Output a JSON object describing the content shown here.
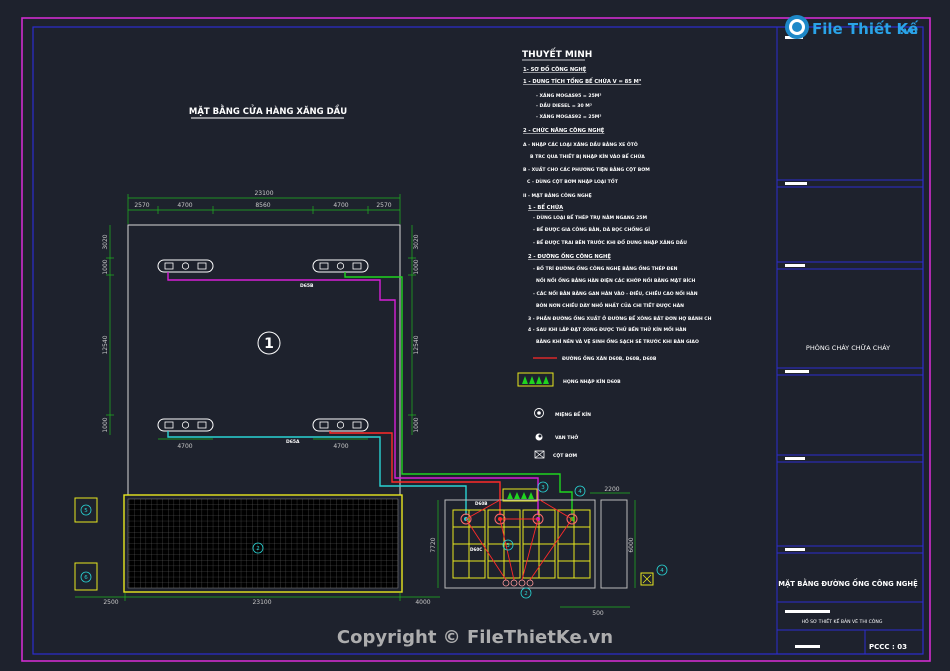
{
  "plan_title": "MẶT BẰNG CỬA HÀNG XĂNG DẦU",
  "dimensions": {
    "top_total": "23100",
    "top_parts": [
      "2570",
      "4700",
      "8560",
      "4700",
      "2570"
    ],
    "bottom_parts": [
      "2500",
      "23100",
      "4000"
    ],
    "left_parts": [
      "3020",
      "1000",
      "12540",
      "1000"
    ],
    "right_parts": [
      "3020",
      "1000",
      "12540",
      "1000"
    ],
    "inner_lower": "4700",
    "tank_right_top": "2200",
    "tank_right_side": "6000",
    "tank_left_side": "7720",
    "tank_bottom": "500"
  },
  "markers": {
    "zone_1": "1",
    "zone_2": "2",
    "zone_3": "3",
    "zone_4": "4",
    "zone_5": "5",
    "zone_6": "6"
  },
  "pipe_labels": {
    "upper": "D65B",
    "lower": "D65A",
    "tank_a": "D60B",
    "tank_b": "D60C"
  },
  "notes": {
    "heading": "THUYẾT MINH",
    "lines": [
      "1- SƠ ĐỒ CÔNG NGHỆ",
      "1 - DUNG TÍCH TỔNG BỂ CHỨA V = 85 M³",
      "- XĂNG MOGAS95 = 25M³",
      "- DẦU DIESEL = 30 M³",
      "- XĂNG MOGAS92 = 25M³",
      "2 - CHỨC NĂNG CÔNG NGHỆ",
      "A - NHẬP CÁC LOẠI XĂNG DẦU BẰNG XE ÔTÔ",
      "B TRC QUA THIẾT BỊ NHẬP KÍN VÀO BỂ CHỨA",
      "B - XUẤT CHO CÁC PHƯƠNG TIỆN BẰNG CỘT BƠM",
      "C - DÙNG CỘT BƠM NHẬP LOẠI TỐT",
      "II - MẶT BẰNG CÔNG NGHỆ",
      "1 - BỂ CHỨA",
      "- DÙNG LOẠI BỂ THÉP TRỤ NẰM NGANG 25M",
      "- BỂ ĐƯỢC GIA CÔNG BẰN, DÀ BỌC CHỐNG GỈ",
      "- BỂ ĐƯỢC TRAI BÊN TRƯỚC KHI ĐỔ DUNG NHẬP XĂNG DẦU",
      "2 - ĐƯỜNG ỐNG CÔNG NGHỆ",
      "- BỐ TRÍ ĐƯỜNG ỐNG CÔNG NGHỆ BẰNG ỐNG THÉP ĐEN",
      "NỐI NỐI ỐNG BẰNG HÀN ĐIỆN CÁC KHỚP NỐI BẰNG MẶT BÍCH",
      "- CÁC NỐI BẰN BẰNG GAN HÀN VÀO - ĐIỀU, CHIỀU CAO NỐI HÀN",
      "BÓN NƠN CHIỀU DÀY NHỎ NHẤT CỦA CHI TIẾT ĐƯỢC HÀN",
      "3 - PHẦN ĐƯỜNG ỐNG XUẤT Ở ĐƯỜNG BỂ XÔNG BẮT ĐƠN HỢ BÁNH CH",
      "4 - SAU KHI LẮP ĐẶT XONG ĐƯỢC THỬ BỀN THỬ KÍN MỐI HÀN",
      "BẰNG KHÍ NÉN VÀ VỆ SINH ỐNG SẠCH SẼ TRƯỚC KHI BÀN GIAO"
    ],
    "legend_pipe": "ĐƯỜNG ỐNG XĂN D60B, D60B, D60B",
    "legend_receiver": "HỌNG NHẬP KÍN D60B",
    "legend_vent": "MIỆNG BỂ KÍN",
    "legend_valve": "VAN THỞ",
    "legend_pump": "CỘT BƠM"
  },
  "title_block": {
    "fire": "PHÒNG CHÁY CHỮA CHÁY",
    "drawing": "MẶT BẰNG ĐƯỜNG ỐNG CÔNG NGHỆ",
    "subtitle": "HỒ SƠ THIẾT KẾ BẢN VẼ THI CÔNG",
    "sheet": "PCCC : 03"
  },
  "watermark": {
    "logo_text": "File Thiết Kế",
    "logo_domain": ".vn",
    "copyright": "Copyright © FileThietKe.vn"
  },
  "colors": {
    "background": "#1e222d",
    "frame_blue": "#2c2ccf",
    "frame_magenta": "#cf2ccf",
    "pipe_magenta": "#d61fd6",
    "pipe_cyan": "#29d3d3",
    "pipe_red": "#ff2a2a",
    "pipe_green": "#1fd41f",
    "yellow": "#e8e81f"
  }
}
